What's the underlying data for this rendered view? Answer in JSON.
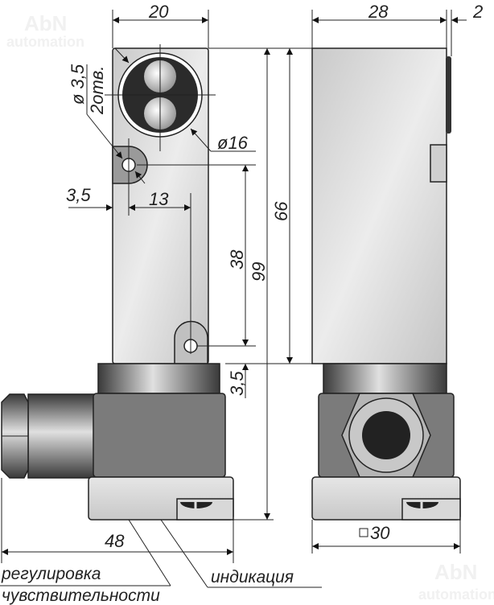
{
  "watermark": {
    "brand": "AbN",
    "sub": "automation"
  },
  "dimensions": {
    "front_width": "20",
    "side_width": "28",
    "side_tab": "2",
    "hole_diameter": "ø 3,5",
    "hole_count": "2отв.",
    "face_diameter": "ø16",
    "hole_offset_x": "3,5",
    "hole_spacing_x": "13",
    "hole_spacing_y": "38",
    "body_height": "66",
    "total_height": "99",
    "hole_offset_y": "3,5",
    "total_width": "48",
    "square_size": "30"
  },
  "labels": {
    "sensitivity_line1": "регулировка",
    "sensitivity_line2": "чувствительности",
    "indication": "индикация"
  }
}
